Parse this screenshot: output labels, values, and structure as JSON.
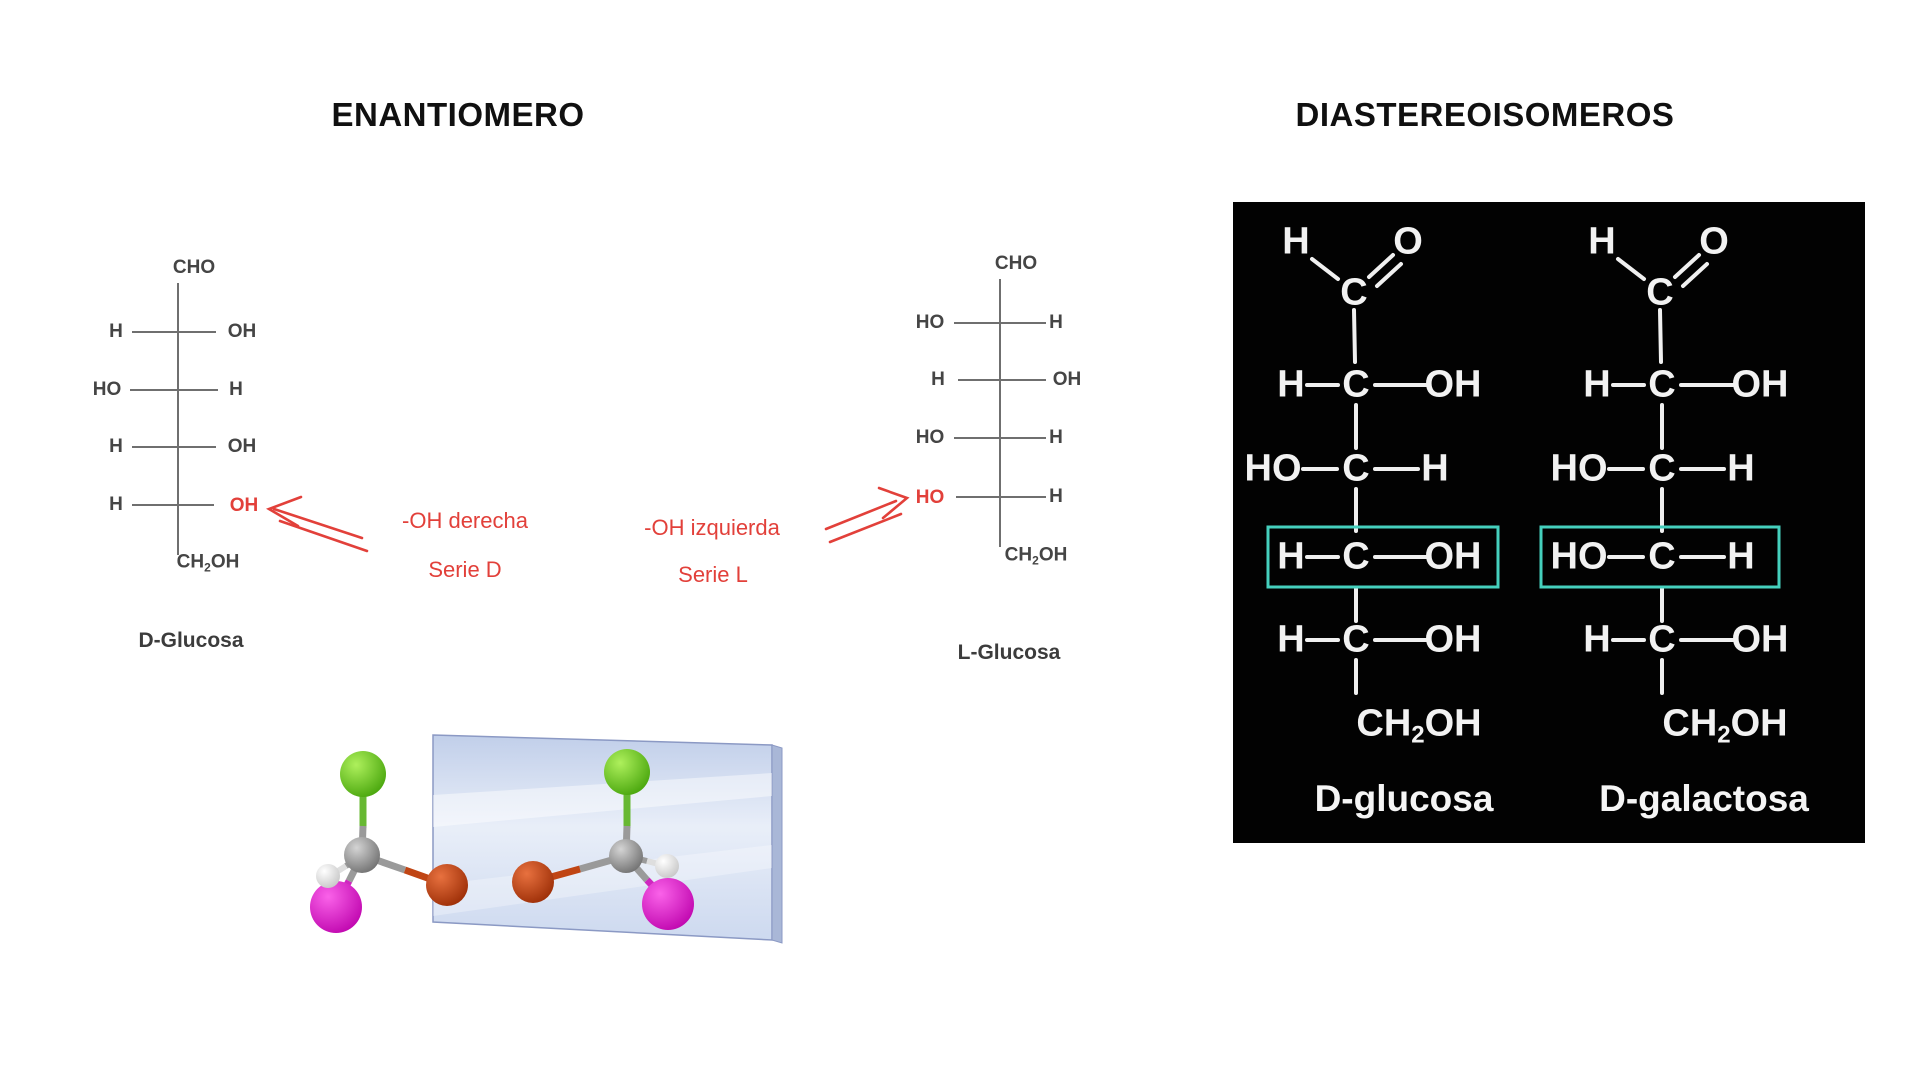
{
  "titles": {
    "enantiomero": "ENANTIOMERO",
    "diastereoisomeros": "DIASTEREOISOMEROS"
  },
  "colors": {
    "red_annotation": "#e2403a",
    "teal_highlight_box": "#45d0bd",
    "panel_background": "#020202",
    "panel_text": "#f2f2f2",
    "bond_gray": "#6f6f6f",
    "mirror_blue": "#c3d1ea",
    "ball_green": "#5fc31e",
    "ball_carbon_gray": "#8f8f8f",
    "ball_hydrogen_white": "#f0f0f0",
    "ball_magenta": "#e312d4",
    "ball_red_orange": "#c0390f"
  },
  "d_glucosa": {
    "top_group": "CHO",
    "rows": [
      {
        "left": "H",
        "right": "OH"
      },
      {
        "left": "HO",
        "right": "H"
      },
      {
        "left": "H",
        "right": "OH"
      },
      {
        "left": "H",
        "right": "OH"
      }
    ],
    "bottom_group": {
      "pre": "CH",
      "sub": "2",
      "post": "OH"
    },
    "label": "D-Glucosa"
  },
  "l_glucosa": {
    "top_group": "CHO",
    "rows": [
      {
        "left": "HO",
        "right": "H"
      },
      {
        "left": "H",
        "right": "OH"
      },
      {
        "left": "HO",
        "right": "H"
      },
      {
        "left": "HO",
        "right": "H"
      }
    ],
    "bottom_group": {
      "pre": "CH",
      "sub": "2",
      "post": "OH"
    },
    "label": "L-Glucosa"
  },
  "annotations": {
    "serie_d": {
      "line1": "-OH derecha",
      "line2": "Serie D"
    },
    "serie_l": {
      "line1": "-OH izquierda",
      "line2": "Serie L"
    }
  },
  "panel": {
    "d_glucosa": {
      "aldehyde": {
        "h": "H",
        "c": "C",
        "o": "O"
      },
      "rows": [
        {
          "left": "H",
          "center": "C",
          "right": "OH"
        },
        {
          "left": "HO",
          "center": "C",
          "right": "H"
        },
        {
          "left": "H",
          "center": "C",
          "right": "OH"
        },
        {
          "left": "H",
          "center": "C",
          "right": "OH"
        }
      ],
      "bottom_group": {
        "pre": "CH",
        "sub": "2",
        "post": "OH"
      },
      "label": "D-glucosa"
    },
    "d_galactosa": {
      "aldehyde": {
        "h": "H",
        "c": "C",
        "o": "O"
      },
      "rows": [
        {
          "left": "H",
          "center": "C",
          "right": "OH"
        },
        {
          "left": "HO",
          "center": "C",
          "right": "H"
        },
        {
          "left": "HO",
          "center": "C",
          "right": "H"
        },
        {
          "left": "H",
          "center": "C",
          "right": "OH"
        }
      ],
      "bottom_group": {
        "pre": "CH",
        "sub": "2",
        "post": "OH"
      },
      "label": "D-galactosa"
    }
  },
  "mirror_model": {
    "left_molecule_atoms": [
      "green",
      "carbon-gray",
      "hydrogen-white",
      "magenta",
      "red-orange"
    ],
    "right_molecule_atoms": [
      "green",
      "carbon-gray",
      "hydrogen-white",
      "magenta",
      "red-orange"
    ]
  }
}
